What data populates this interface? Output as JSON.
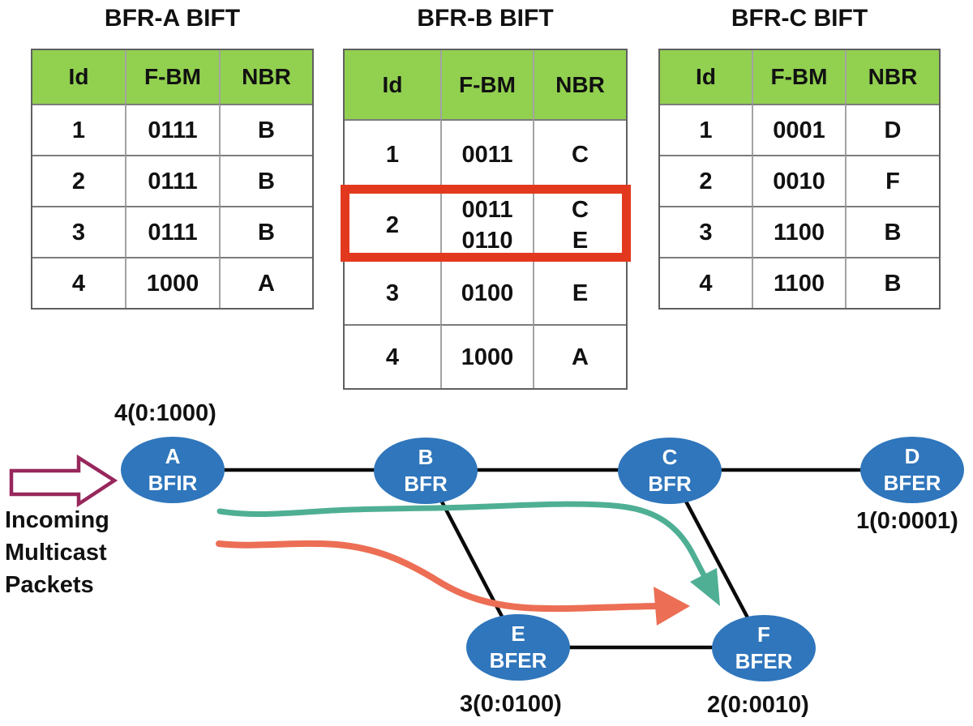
{
  "colors": {
    "bg": "#ffffff",
    "table-outline": "#606060",
    "row-line": "#7c7c7c",
    "col-line": "#a3a3a3",
    "header-green": "#92d050",
    "node-blue": "#2f76bc",
    "edge-black": "#0a0a0a",
    "flow-teal": "#4faf94",
    "flow-salmon": "#ec6e55",
    "highlight-red": "#e2391e",
    "arrow-maroon": "#97275c",
    "ink": "#111111",
    "node-ink": "#ffffff"
  },
  "tables": [
    {
      "title": "BFR-A BIFT",
      "headers": [
        "Id",
        "F-BM",
        "NBR"
      ],
      "rows": [
        [
          "1",
          "0111",
          "B"
        ],
        [
          "2",
          "0111",
          "B"
        ],
        [
          "3",
          "0111",
          "B"
        ],
        [
          "4",
          "1000",
          "A"
        ]
      ]
    },
    {
      "title": "BFR-B BIFT",
      "headers": [
        "Id",
        "F-BM",
        "NBR"
      ],
      "rows": [
        [
          "1",
          "0011",
          "C"
        ],
        [
          "2",
          "0011\n0110",
          "C\nE"
        ],
        [
          "3",
          "0100",
          "E"
        ],
        [
          "4",
          "1000",
          "A"
        ]
      ]
    },
    {
      "title": "BFR-C BIFT",
      "headers": [
        "Id",
        "F-BM",
        "NBR"
      ],
      "rows": [
        [
          "1",
          "0001",
          "D"
        ],
        [
          "2",
          "0010",
          "F"
        ],
        [
          "3",
          "1100",
          "B"
        ],
        [
          "4",
          "1100",
          "B"
        ]
      ]
    }
  ],
  "diagram": {
    "incoming_label": "Incoming\nMulticast\nPackets",
    "nodes": [
      {
        "name": "A",
        "role": "BFIR",
        "label": "4(0:1000)"
      },
      {
        "name": "B",
        "role": "BFR"
      },
      {
        "name": "C",
        "role": "BFR"
      },
      {
        "name": "D",
        "role": "BFER",
        "label": "1(0:0001)"
      },
      {
        "name": "E",
        "role": "BFER",
        "label": "3(0:0100)"
      },
      {
        "name": "F",
        "role": "BFER",
        "label": "2(0:0010)"
      }
    ],
    "edges": [
      "A-B",
      "B-C",
      "C-D",
      "B-E",
      "C-F",
      "E-F"
    ]
  }
}
